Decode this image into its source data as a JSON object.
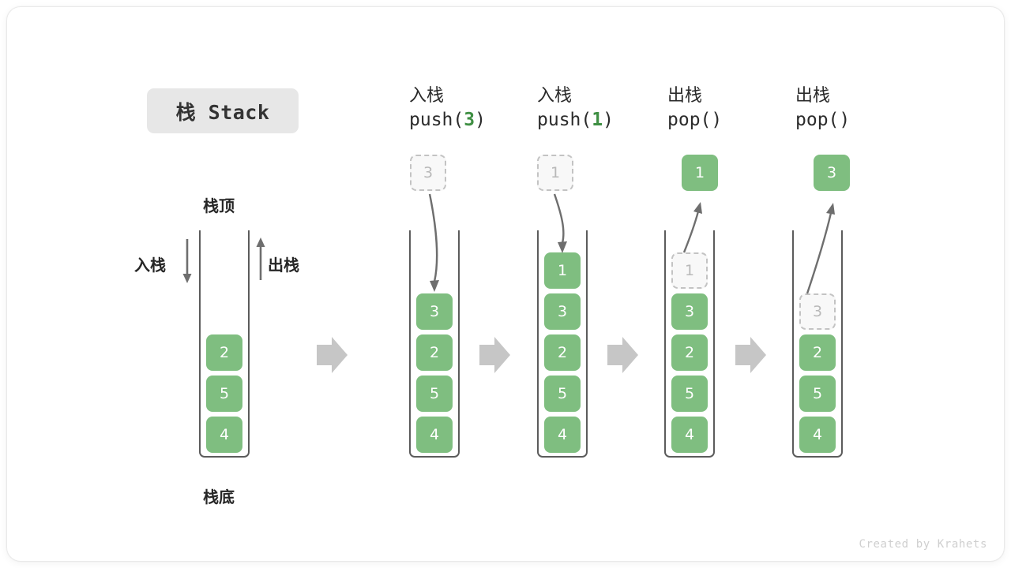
{
  "title": {
    "chip_label": "栈 Stack"
  },
  "legend": {
    "top_label": "栈顶",
    "bottom_label": "栈底",
    "push_label": "入栈",
    "pop_label": "出栈"
  },
  "footer": {
    "credit": "Created by Krahets"
  },
  "colors": {
    "element_green": "#7fbe80",
    "accent_green": "#3f8f43",
    "ghost_border": "#c3c3c3",
    "ghost_text": "#b9b9b9",
    "stack_border": "#5c5c5c",
    "chip_bg": "#e7e7e7",
    "transition_arrow": "#c6c6c6",
    "motion_arrow": "#6e6e6e"
  },
  "chart_data": {
    "type": "diagram",
    "title": "栈 Stack",
    "description": "Stack push/pop operation sequence (LIFO)",
    "initial_stack": {
      "caption_cn": "",
      "caption_op": "",
      "elements": [
        "2",
        "5",
        "4"
      ],
      "top_label": "栈顶",
      "bottom_label": "栈底",
      "in_label": "入栈",
      "out_label": "出栈"
    },
    "steps": [
      {
        "index": 1,
        "caption_cn": "入栈",
        "op_prefix": "push(",
        "op_arg": "3",
        "op_suffix": ")",
        "incoming_ghost": "3",
        "ghost_position": "above",
        "arrow_direction": "down",
        "stack_elements": [
          "3",
          "2",
          "5",
          "4"
        ],
        "ghost_in_stack": null,
        "popped_element": null
      },
      {
        "index": 2,
        "caption_cn": "入栈",
        "op_prefix": "push(",
        "op_arg": "1",
        "op_suffix": ")",
        "incoming_ghost": "1",
        "ghost_position": "above",
        "arrow_direction": "down",
        "stack_elements": [
          "1",
          "3",
          "2",
          "5",
          "4"
        ],
        "ghost_in_stack": null,
        "popped_element": null
      },
      {
        "index": 3,
        "caption_cn": "出栈",
        "op_prefix": "pop(",
        "op_arg": "",
        "op_suffix": ")",
        "incoming_ghost": null,
        "ghost_position": "in-stack",
        "arrow_direction": "up",
        "stack_elements": [
          "3",
          "2",
          "5",
          "4"
        ],
        "ghost_in_stack": "1",
        "popped_element": "1"
      },
      {
        "index": 4,
        "caption_cn": "出栈",
        "op_prefix": "pop(",
        "op_arg": "",
        "op_suffix": ")",
        "incoming_ghost": null,
        "ghost_position": "in-stack",
        "arrow_direction": "up",
        "stack_elements": [
          "2",
          "5",
          "4"
        ],
        "ghost_in_stack": "3",
        "popped_element": "3"
      }
    ],
    "transition_arrow_count": 4,
    "notes": "Leftmost panel shows base stack with 入栈 (push) arrow pointing down into the stack and 出栈 (pop) arrow pointing up out of the stack."
  },
  "columns": {
    "c1": {
      "cn": "入栈",
      "pre": "push(",
      "arg": "3",
      "post": ")"
    },
    "c2": {
      "cn": "入栈",
      "pre": "push(",
      "arg": "1",
      "post": ")"
    },
    "c3": {
      "cn": "出栈",
      "pre": "pop(",
      "arg": "",
      "post": ")"
    },
    "c4": {
      "cn": "出栈",
      "pre": "pop(",
      "arg": "",
      "post": ")"
    }
  },
  "cells": {
    "base": {
      "e0": "2",
      "e1": "5",
      "e2": "4"
    },
    "s1": {
      "ghost": "3",
      "e0": "3",
      "e1": "2",
      "e2": "5",
      "e3": "4"
    },
    "s2": {
      "ghost": "1",
      "e0": "1",
      "e1": "3",
      "e2": "2",
      "e3": "5",
      "e4": "4"
    },
    "s3": {
      "popped": "1",
      "ghost": "1",
      "e0": "3",
      "e1": "2",
      "e2": "5",
      "e3": "4"
    },
    "s4": {
      "popped": "3",
      "ghost": "3",
      "e0": "2",
      "e1": "5",
      "e2": "4"
    }
  }
}
